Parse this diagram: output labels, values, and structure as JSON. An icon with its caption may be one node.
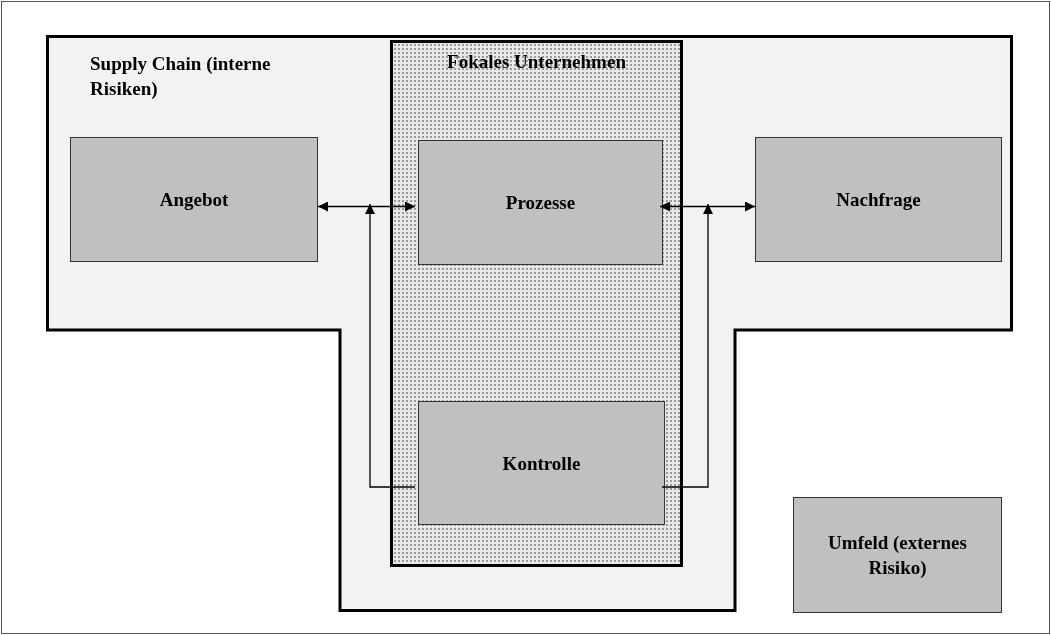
{
  "diagram": {
    "nodes": [
      {
        "text": [
          "Supply Chain (interne Risiken)"
        ]
      },
      {
        "text": [
          "Fokales Unternehmen"
        ],
        "in": 0
      },
      {
        "text": [
          "Angebot"
        ],
        "in": 0
      },
      {
        "text": [
          "Prozesse"
        ],
        "in": 1
      },
      {
        "text": [
          "Nachfrage"
        ],
        "in": 0
      },
      {
        "text": [
          "Kontrolle"
        ],
        "in": 1
      },
      {
        "text": [
          "Umfeld (externes Risiko)"
        ]
      }
    ],
    "edges": [
      {
        "from": 2,
        "to": 3,
        "arrow": "both"
      },
      {
        "from": 3,
        "to": 4,
        "arrow": "both"
      },
      {
        "from": 5,
        "to": null,
        "arrow": "to"
      },
      {
        "from": 5,
        "to": null,
        "arrow": "to"
      }
    ]
  }
}
